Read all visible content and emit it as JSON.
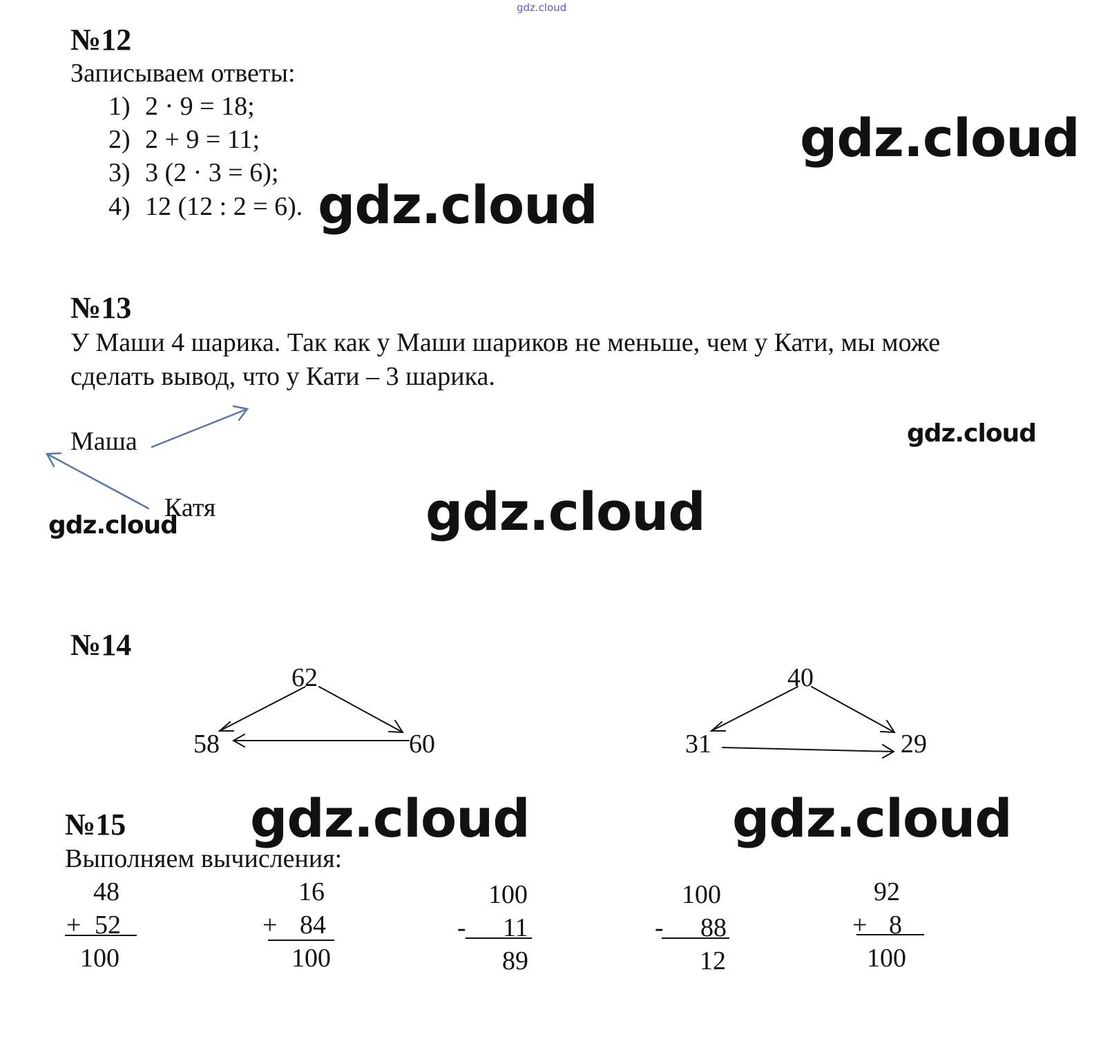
{
  "watermark": "gdz.cloud",
  "p12": {
    "title": "№12",
    "intro": "Записываем ответы:",
    "answers": [
      {
        "n": "1)",
        "text": "2 · 9 = 18;"
      },
      {
        "n": "2)",
        "text": "2 + 9 = 11;"
      },
      {
        "n": "3)",
        "text": "3 (2 · 3 = 6);"
      },
      {
        "n": "4)",
        "text": "12 (12 : 2 = 6)."
      }
    ]
  },
  "p13": {
    "title": "№13",
    "line1": "У Маши 4 шарика. Так как у Маши шариков не меньше, чем у Кати, мы може",
    "line2": "сделать вывод, что у Кати – 3 шарика.",
    "label_masha": "Маша",
    "label_katya": "Катя"
  },
  "p14": {
    "title": "№14",
    "left": {
      "top": "62",
      "left": "58",
      "right": "60"
    },
    "right": {
      "top": "40",
      "left": "31",
      "right": "29"
    }
  },
  "p15": {
    "title": "№15",
    "intro": "Выполняем вычисления:",
    "columns": [
      {
        "a": "48",
        "sign": "+",
        "b": "52",
        "result": "100"
      },
      {
        "a": "16",
        "sign": "+",
        "b": "84",
        "result": "100"
      },
      {
        "a": "100",
        "sign": "-",
        "b": "11",
        "result": "89"
      },
      {
        "a": "100",
        "sign": "-",
        "b": "88",
        "result": "12"
      },
      {
        "a": "92",
        "sign": "+",
        "b": "8",
        "result": "100"
      }
    ]
  },
  "colors": {
    "arrow_blue": "#5577aa",
    "text": "#111111"
  }
}
